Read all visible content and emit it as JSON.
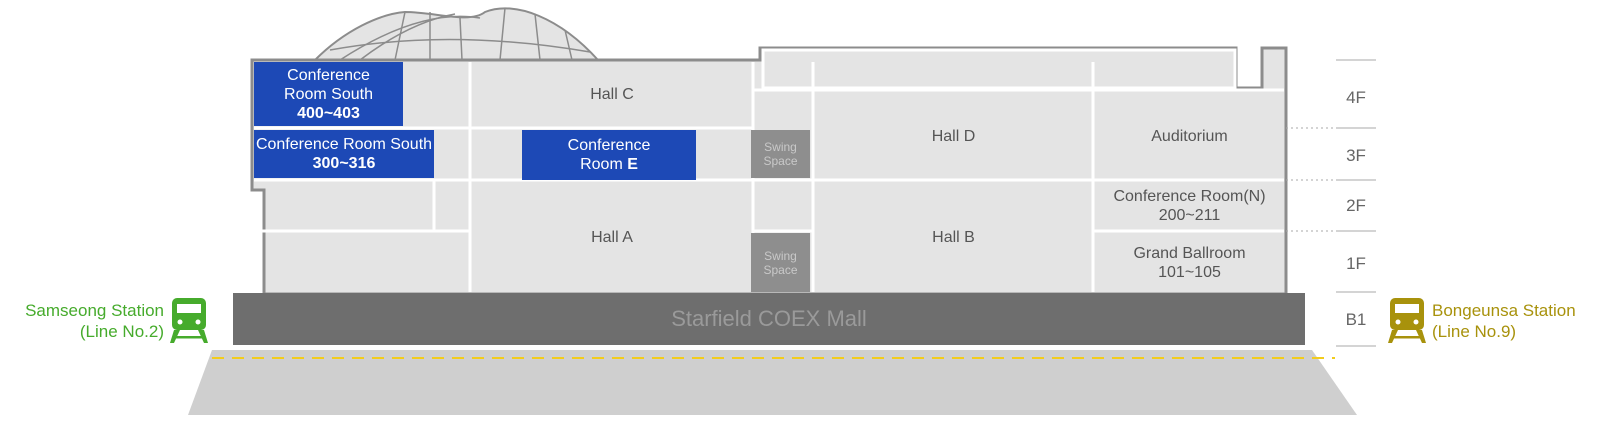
{
  "rooms": {
    "conf_south_4": {
      "line1": "Conference",
      "line2": "Room South",
      "number": "400~403"
    },
    "conf_south_3": {
      "line1": "Conference Room South",
      "number": "300~316"
    },
    "conf_e": {
      "line1": "Conference",
      "line2_prefix": "Room ",
      "letter": "E"
    },
    "hall_c": "Hall C",
    "hall_a": "Hall A",
    "hall_d": "Hall D",
    "hall_b": "Hall B",
    "auditorium": "Auditorium",
    "conf_north": {
      "line1": "Conference Room(N)",
      "number": "200~211"
    },
    "grand_ballroom": {
      "line1": "Grand Ballroom",
      "number": "101~105"
    },
    "swing_upper": {
      "line1": "Swing",
      "line2": "Space"
    },
    "swing_lower": {
      "line1": "Swing",
      "line2": "Space"
    }
  },
  "mall": "Starfield COEX Mall",
  "floors": [
    "4F",
    "3F",
    "2F",
    "1F",
    "B1"
  ],
  "stations": {
    "left": {
      "name": "Samseong Station",
      "line": "(Line No.2)",
      "color": "#46ab2c"
    },
    "right": {
      "name": "Bongeunsa Station",
      "line": "(Line No.9)",
      "color": "#a8920c"
    }
  },
  "colors": {
    "highlight": "#1d49b6",
    "wall": "#e4e4e4",
    "outline": "#8c8c8c",
    "swing": "#8e8e8e",
    "mall": "#6e6e6e",
    "ground": "#cfcfcf",
    "track": "#f2cc1c"
  }
}
